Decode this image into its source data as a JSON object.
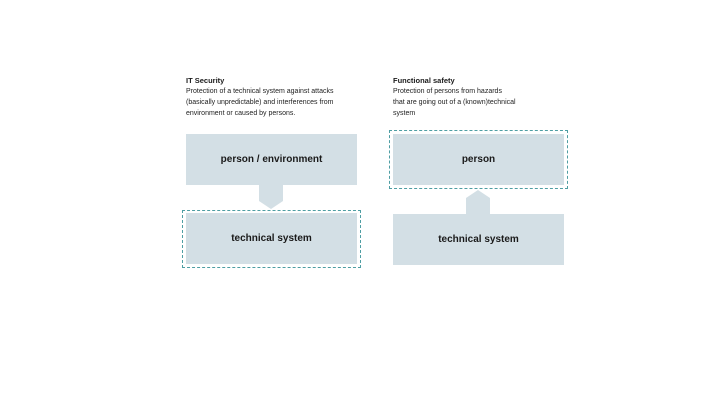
{
  "left": {
    "title": "IT Security",
    "desc_lines": [
      "Protection of a technical system against attacks",
      "(basically unpredictable) and interferences from",
      "environment or caused by persons."
    ],
    "top_box": "person / environment",
    "bottom_box": "technical system"
  },
  "right": {
    "title": "Functional safety",
    "desc_lines": [
      "Protection of persons from hazards",
      "that are going out of a (known)technical",
      "system"
    ],
    "top_box": "person",
    "bottom_box": "technical system"
  },
  "colors": {
    "box_fill": "#d3dfe5",
    "dashed_border": "#4e9ea3"
  }
}
